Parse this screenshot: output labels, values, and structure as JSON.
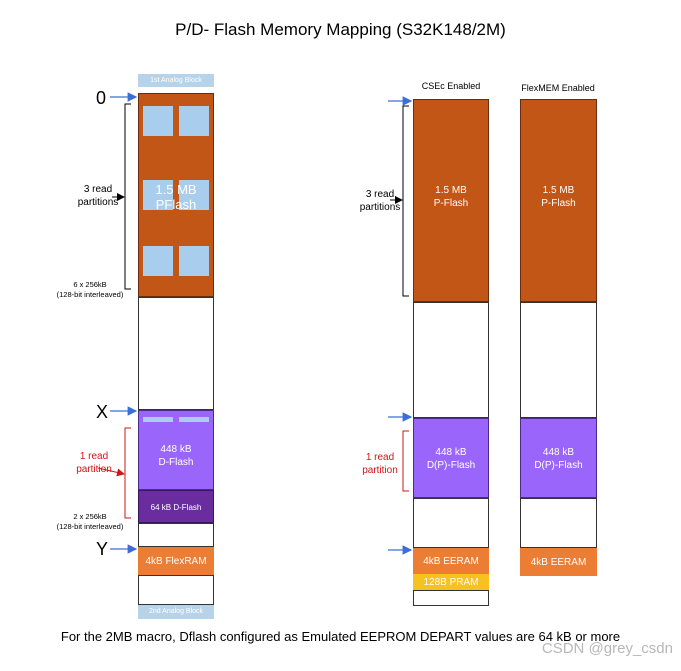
{
  "title": "P/D- Flash Memory Mapping (S32K148/2M)",
  "footer": "For the 2MB macro, Dflash configured as Emulated EEPROM DEPART values are 64 kB or more",
  "watermark": "CSDN @grey_csdn",
  "left": {
    "analog_top": "1st Analog Block",
    "analog_bottom": "2nd Analog Block",
    "marker_0": "0",
    "marker_x": "X",
    "marker_y": "Y",
    "pflash": "1.5 MB\nPFlash",
    "read_partitions": "3 read\npartitions",
    "pflash_note": "6 x 256kB\n(128-bit interleaved)",
    "dflash": "448 kB\nD-Flash",
    "dflash64": "64 kB D-Flash",
    "d_read_partition": "1 read\npartition",
    "dflash_note": "2 x 256kB\n(128-bit interleaved)",
    "flexram": "4kB FlexRAM"
  },
  "csec": {
    "header": "CSEc Enabled",
    "pflash": "1.5 MB\nP-Flash",
    "read_partitions": "3 read\npartitions",
    "dflash": "448 kB\nD(P)-Flash",
    "d_read_partition": "1 read\npartition",
    "eeram": "4kB EERAM",
    "pram": "128B PRAM"
  },
  "flexmem": {
    "header": "FlexMEM Enabled",
    "pflash": "1.5 MB\nP-Flash",
    "dflash": "448 kB\nD(P)-Flash",
    "eeram": "4kB EERAM"
  },
  "colors": {
    "pflash": "#c15616",
    "dflash": "#9a65fb",
    "dflash64": "#6a2da0",
    "flexram": "#ec7d35",
    "pram": "#f7c11f",
    "analog": "#b6d3ea",
    "arrow_blue": "#3a6fd8",
    "red": "#d21414"
  }
}
